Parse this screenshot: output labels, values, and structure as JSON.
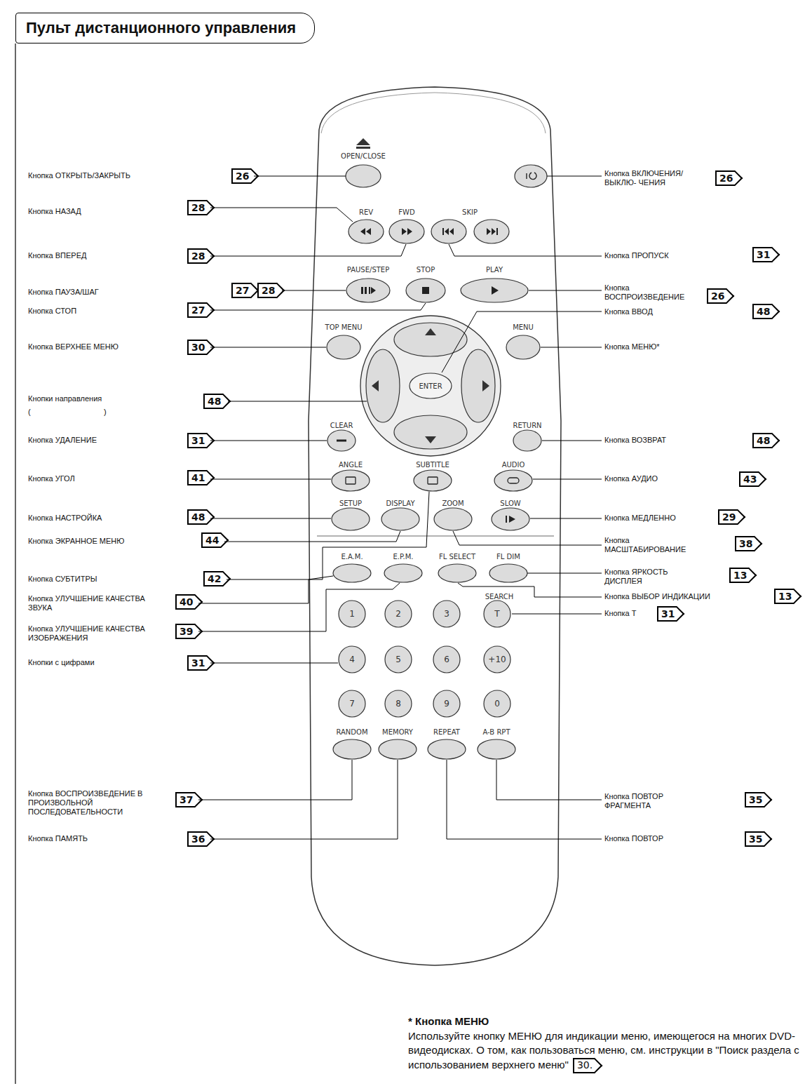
{
  "diagram": {
    "title": "Пульт дистанционного управления",
    "labels": [
      "OPEN/CLOSE",
      "REV",
      "FWD",
      "SKIP",
      "PAUSE/STEP",
      "STOP",
      "PLAY",
      "TOP MENU",
      "MENU",
      "ENTER",
      "CLEAR",
      "RETURN",
      "ANGLE",
      "SUBTITLE",
      "AUDIO",
      "SETUP",
      "DISPLAY",
      "ZOOM",
      "SLOW",
      "E.A.M.",
      "E.P.M.",
      "FL SELECT",
      "FL DIM",
      "1",
      "2",
      "3",
      "SEARCH",
      "T",
      "4",
      "5",
      "6",
      "+10",
      "7",
      "8",
      "9",
      "0",
      "RANDOM",
      "MEMORY",
      "REPEAT",
      "A-B RPT",
      "Кнопка ОТКРЫТЬ/ЗАКРЫТЬ",
      "26",
      "Кнопка НАЗАД",
      "28",
      "Кнопка ВПЕРЕД",
      "28",
      "Кнопка ПАУЗА/ШАГ",
      "27",
      "28",
      "Кнопка СТОП",
      "27",
      "Кнопка ВЕРХНЕЕ МЕНЮ",
      "30",
      "Кнопки направления",
      "(",
      ")",
      "48",
      "Кнопка УДАЛЕНИЕ",
      "31",
      "Кнопка УГОЛ",
      "41",
      "Кнопка НАСТРОЙКА",
      "48",
      "Кнопка ЭКРАННОЕ МЕНЮ",
      "44",
      "Кнопка СУБТИТРЫ",
      "42",
      "Кнопка УЛУЧШЕНИЕ КАЧЕСТВА ЗВУКА",
      "40",
      "Кнопка УЛУЧШЕНИЕ КАЧЕСТВА ИЗОБРАЖЕНИЯ",
      "39",
      "Кнопки с цифрами",
      "31",
      "Кнопка ВОСПРОИЗВЕДЕНИЕ В ПРОИЗВОЛЬНОЙ ПОСЛЕДОВАТЕЛЬНОСТИ",
      "37",
      "Кнопка ПАМЯТЬ",
      "36",
      "Кнопка ВКЛЮЧЕНИЯ/ВЫКЛЮ- ЧЕНИЯ",
      "26",
      "Кнопка ПРОПУСК",
      "31",
      "Кнопка ВОСПРОИЗВЕДЕНИЕ",
      "26",
      "Кнопка ВВОД",
      "48",
      "Кнопка МЕНЮ*",
      "Кнопка ВОЗВРАТ",
      "48",
      "Кнопка АУДИО",
      "43",
      "Кнопка МЕДЛЕННО",
      "29",
      "Кнопка МАСШТАБИРОВАНИЕ",
      "38",
      "Кнопка ЯРКОСТЬ ДИСПЛЕЯ",
      "13",
      "Кнопка ВЫБОР ИНДИКАЦИИ",
      "13",
      "Кнопка Т",
      "31",
      "Кнопка ПОВТОР ФРАГМЕНТА",
      "35",
      "Кнопка ПОВТОР",
      "35",
      "* Кнопка МЕНЮ",
      "Используйте кнопку МЕНЮ для индикации меню, имеющегося на многих DVD-видеодисках. О том, как пользоваться меню, см. инструкции в \"Поиск раздела с использованием верхнего меню\"",
      "30."
    ]
  }
}
